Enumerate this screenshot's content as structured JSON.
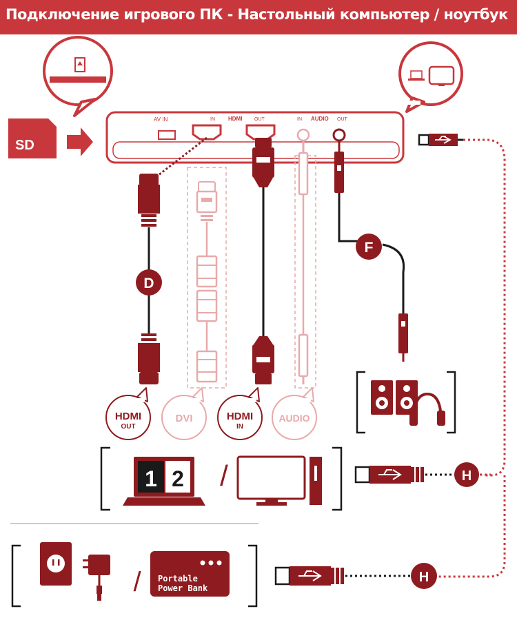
{
  "header": {
    "title": "Подключение игрового ПК - Настольный компьютер / ноутбук"
  },
  "colors": {
    "brand": "#c8373c",
    "dark": "#8e1b1f",
    "faded": "#e8a9aa",
    "black": "#1a1a1a"
  },
  "sd_card": {
    "label": "SD"
  },
  "device_ports": {
    "av_in": "AV IN",
    "hdmi": "HDMI",
    "hdmi_in": "IN",
    "hdmi_out": "OUT",
    "audio": "AUDIO",
    "audio_in": "IN",
    "audio_out": "OUT"
  },
  "markers": {
    "d": "D",
    "f": "F",
    "h_top": "H",
    "h_bottom": "H"
  },
  "badges": {
    "hdmi_out_top": "HDMI",
    "hdmi_out_sub": "OUT",
    "dvi": "DVI",
    "hdmi_in_top": "HDMI",
    "hdmi_in_sub": "IN",
    "audio": "AUDIO"
  },
  "laptop_screen": {
    "one": "1",
    "two": "2"
  },
  "separator": "/",
  "power_bank": {
    "line1": "Portable",
    "line2": "Power Bank"
  },
  "icons": [
    "sd-card-icon",
    "arrow-right-icon",
    "laptop-icon",
    "monitor-icon",
    "speakers-icon",
    "headphones-icon",
    "wall-outlet-icon",
    "power-adapter-icon",
    "usb-icon"
  ]
}
